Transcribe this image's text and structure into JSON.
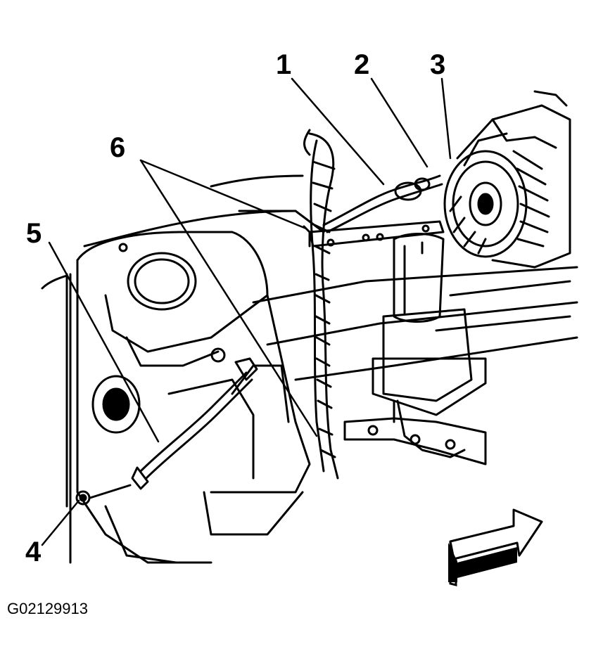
{
  "callouts": {
    "c1": "1",
    "c2": "2",
    "c3": "3",
    "c4": "4",
    "c5": "5",
    "c6": "6"
  },
  "figure_id": "G02129913",
  "icons": {
    "direction": "arrow-forward-icon"
  }
}
